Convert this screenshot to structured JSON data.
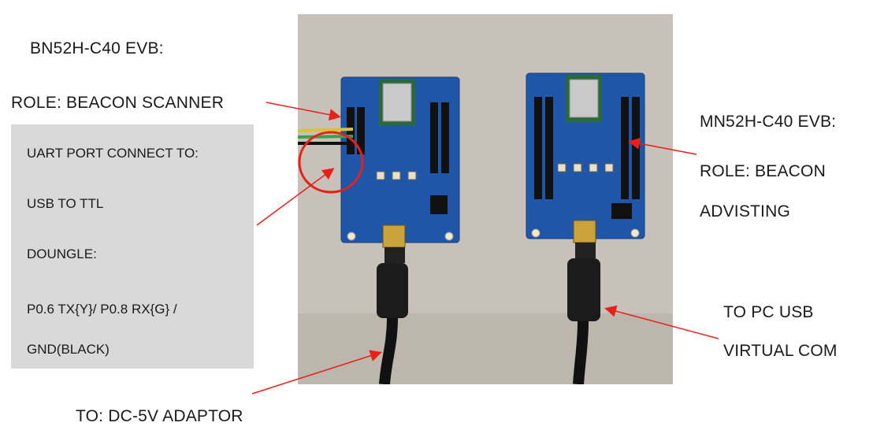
{
  "left_board": {
    "title": "BN52H-C40 EVB:",
    "role": "ROLE: BEACON SCANNER"
  },
  "uart_box": {
    "lines": [
      "UART PORT CONNECT TO:",
      "USB TO TTL",
      "DOUNGLE:",
      "P0.6 TX{Y}/ P0.8 RX{G} /",
      "GND(BLACK)"
    ]
  },
  "bottom_left": {
    "text": "TO: DC-5V ADAPTOR"
  },
  "right_board": {
    "title": "MN52H-C40 EVB:",
    "role_line1": "ROLE: BEACON",
    "role_line2": "ADVISTING"
  },
  "bottom_right": {
    "line1": "TO PC USB",
    "line2": "VIRTUAL COM"
  },
  "colors": {
    "arrow": "#e8201a",
    "pcb": "#1f56a8",
    "box": "#d9d9d9"
  }
}
